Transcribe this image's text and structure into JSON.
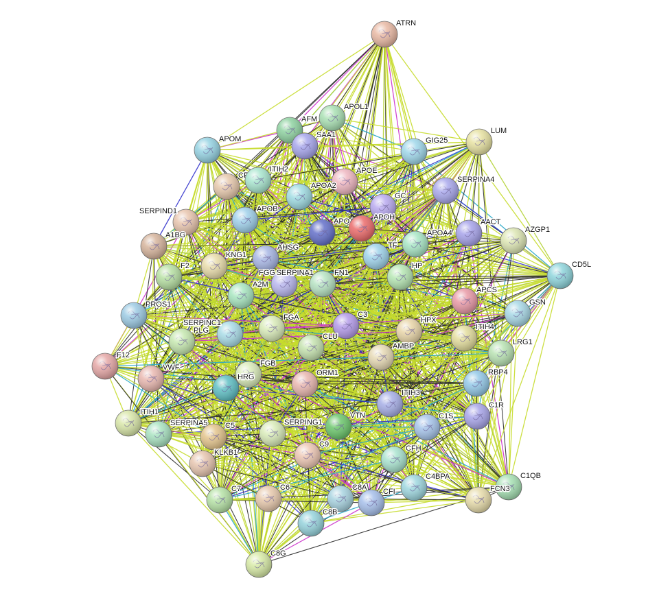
{
  "network": {
    "edge_colors": [
      "#c6dc2c",
      "#2b2b2b",
      "#b3d234",
      "#cc33cc",
      "#2aa7c7",
      "#3333cc",
      "#9ccc1f"
    ],
    "nodes": [
      {
        "id": "ATRN",
        "color": "#e9b9a4"
      },
      {
        "id": "AFM",
        "color": "#8fd2a1"
      },
      {
        "id": "APOL1",
        "color": "#a9e0b3"
      },
      {
        "id": "SAA1",
        "color": "#a7a6ec"
      },
      {
        "id": "APOM",
        "color": "#96d3e3"
      },
      {
        "id": "GIG25",
        "color": "#9fd7ea"
      },
      {
        "id": "LUM",
        "color": "#e7e2a2"
      },
      {
        "id": "CP",
        "color": "#e7c9ad"
      },
      {
        "id": "ITIH2",
        "color": "#a9e6cf"
      },
      {
        "id": "APOE",
        "color": "#efb7c1"
      },
      {
        "id": "APOA2",
        "color": "#9fdbe2"
      },
      {
        "id": "SERPINA4",
        "color": "#a9a8ec"
      },
      {
        "id": "GC",
        "color": "#b9aaf0"
      },
      {
        "id": "SERPIND1",
        "color": "#e8c5ae"
      },
      {
        "id": "APOB",
        "color": "#9fd0ea"
      },
      {
        "id": "APOA1",
        "color": "#6470c9"
      },
      {
        "id": "APOH",
        "color": "#eb6b6b"
      },
      {
        "id": "AACT",
        "color": "#a7a3ea"
      },
      {
        "id": "AZGP1",
        "color": "#dde6b4"
      },
      {
        "id": "A1BG",
        "color": "#d6b49c"
      },
      {
        "id": "APOA4",
        "color": "#a8e6c5"
      },
      {
        "id": "TF",
        "color": "#9fd3ea"
      },
      {
        "id": "KNG1",
        "color": "#e8dcaa"
      },
      {
        "id": "AHSG",
        "color": "#a7b6e4"
      },
      {
        "id": "CD5L",
        "color": "#8fd5dc"
      },
      {
        "id": "HP",
        "color": "#b6e6b3"
      },
      {
        "id": "F2",
        "color": "#b7e0a3"
      },
      {
        "id": "FGG",
        "color": "#b9b7ee"
      },
      {
        "id": "SERPINA1",
        "color": "#b7e3c3"
      },
      {
        "id": "FN1",
        "color": "#b7e3c3"
      },
      {
        "id": "APCS",
        "color": "#e99aa7"
      },
      {
        "id": "A2M",
        "color": "#a8e6c0"
      },
      {
        "id": "GSN",
        "color": "#a8d8e6"
      },
      {
        "id": "PROS1",
        "color": "#9dcbe4"
      },
      {
        "id": "C3",
        "color": "#b49be9"
      },
      {
        "id": "SERPINC1",
        "color": "#a8dbe6"
      },
      {
        "id": "FGA",
        "color": "#d9ebb9"
      },
      {
        "id": "HPX",
        "color": "#e8d5a8"
      },
      {
        "id": "ITIH4",
        "color": "#e3dd9d"
      },
      {
        "id": "CLU",
        "color": "#c6e3b0"
      },
      {
        "id": "PLG",
        "color": "#c6e8b0"
      },
      {
        "id": "LRG1",
        "color": "#b9e3b3"
      },
      {
        "id": "AMBP",
        "color": "#e6d9b4"
      },
      {
        "id": "F12",
        "color": "#e5a7a6"
      },
      {
        "id": "VWF",
        "color": "#e9b8b0"
      },
      {
        "id": "RBP4",
        "color": "#94c9e8"
      },
      {
        "id": "FGB",
        "color": "#d9ebb9"
      },
      {
        "id": "HRG",
        "color": "#5fbfc4"
      },
      {
        "id": "ORM1",
        "color": "#e9b7b0"
      },
      {
        "id": "ITIH3",
        "color": "#a6aee6"
      },
      {
        "id": "C1R",
        "color": "#a8a5e9"
      },
      {
        "id": "ITIH1",
        "color": "#d9e7a9"
      },
      {
        "id": "SERPINA5",
        "color": "#a9e3c1"
      },
      {
        "id": "C5",
        "color": "#e3c48c"
      },
      {
        "id": "SERPING1",
        "color": "#d9ebb9"
      },
      {
        "id": "VTN",
        "color": "#6cc66c"
      },
      {
        "id": "C1S",
        "color": "#a6c4ea"
      },
      {
        "id": "C9",
        "color": "#edc7b4"
      },
      {
        "id": "CFH",
        "color": "#a9e3cf"
      },
      {
        "id": "KLKB1",
        "color": "#e7c6b0"
      },
      {
        "id": "C1QB",
        "color": "#a6e0b3"
      },
      {
        "id": "C4BPA",
        "color": "#9ed7df"
      },
      {
        "id": "C7",
        "color": "#b6e2a6"
      },
      {
        "id": "C6",
        "color": "#e7c9ad"
      },
      {
        "id": "C8A",
        "color": "#a8d3e0"
      },
      {
        "id": "CFI",
        "color": "#a6bfea"
      },
      {
        "id": "FCN3",
        "color": "#e7dcab"
      },
      {
        "id": "C8B",
        "color": "#96d3dc"
      },
      {
        "id": "C8G",
        "color": "#d7eaa6"
      }
    ]
  }
}
